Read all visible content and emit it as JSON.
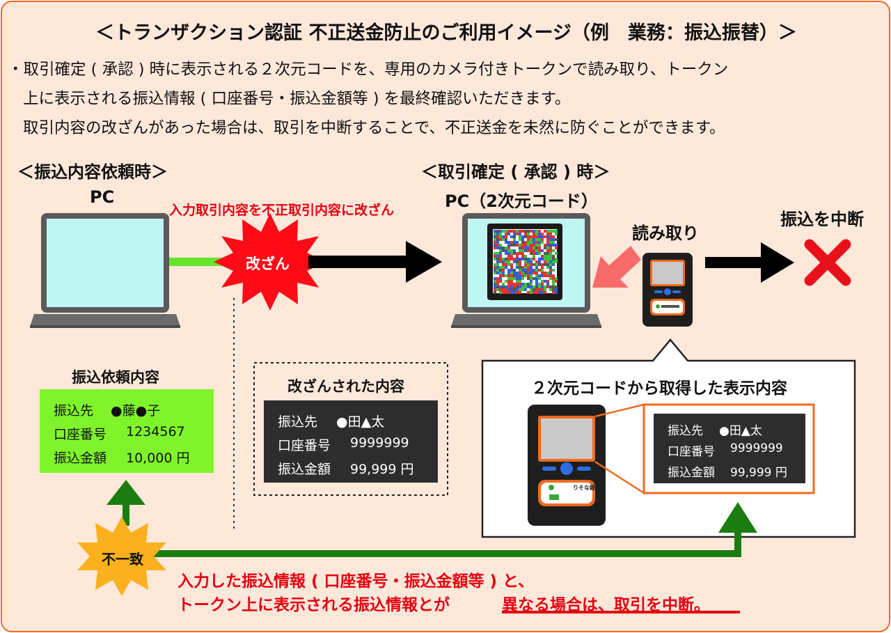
{
  "title": "＜トランザクション認証 不正送金防止のご利用イメージ（例　業務：振込振替）＞",
  "intro": {
    "line1": "・取引確定 ( 承認 ) 時に表示される２次元コードを、専用のカメラ付きトークンで読み取り、トークン",
    "line2": "上に表示される振込情報 ( 口座番号・振込金額等 ) を最終確認いただきます。",
    "line3": "取引内容の改ざんがあった場合は、取引を中断することで、不正送金を未然に防ぐことができます。"
  },
  "left_section": {
    "heading": "＜振込内容依頼時＞",
    "pc_label": "PC"
  },
  "right_section": {
    "heading": "＜取引確定 ( 承認 ) 時＞",
    "pc_label": "PC（2次元コード）"
  },
  "tamper": {
    "caption": "入力取引内容を不正取引内容に改ざん",
    "burst_label": "改ざん"
  },
  "read_label": "読み取り",
  "stop_label": "振込を中断",
  "request_box": {
    "title": "振込依頼内容",
    "rows": [
      {
        "key": "振込先",
        "value": "●藤●子"
      },
      {
        "key": "口座番号",
        "value": "1234567"
      },
      {
        "key": "振込金額",
        "value": "10,000 円"
      }
    ]
  },
  "tampered_box": {
    "title": "改ざんされた内容",
    "rows": [
      {
        "key": "振込先",
        "value": "●田▲太"
      },
      {
        "key": "口座番号",
        "value": "9999999"
      },
      {
        "key": "振込金額",
        "value": "99,999 円"
      }
    ]
  },
  "token_box": {
    "title": "２次元コードから取得した表示内容",
    "rows": [
      {
        "key": "振込先",
        "value": "●田▲太"
      },
      {
        "key": "口座番号",
        "value": "9999999"
      },
      {
        "key": "振込金額",
        "value": "99,999 円"
      }
    ]
  },
  "token_brand": "りそな銀行",
  "mismatch_label": "不一致",
  "bottom": {
    "line1": "入力した振込情報 ( 口座番号・振込金額等 ) と、",
    "line2_a": "トークン上に表示される振込情報とが",
    "line2_b": "異なる場合は、取引を中断。"
  },
  "colors": {
    "frame_border": "#f06a1d",
    "background": "#fde8da",
    "alert_red": "#e60012",
    "mismatch_green": "#1b7d10",
    "request_green": "#7ff42b",
    "screen_cyan": "#bff5f2",
    "orange_highlight": "#f06a1d"
  }
}
